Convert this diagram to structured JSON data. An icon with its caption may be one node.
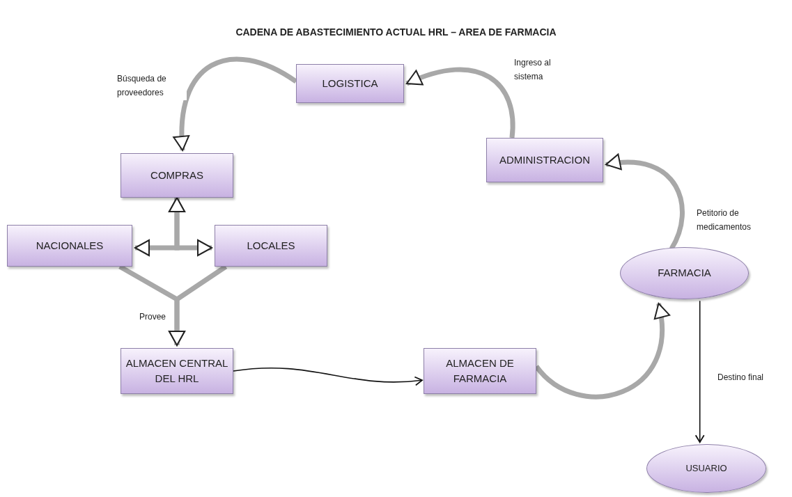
{
  "diagram": {
    "title": "CADENA DE ABASTECIMIENTO ACTUAL HRL – AREA DE FARMACIA",
    "nodes": [
      {
        "text": [
          "LOGISTICA"
        ]
      },
      {
        "text": [
          "ADMINISTRACION"
        ]
      },
      {
        "text": [
          "COMPRAS"
        ]
      },
      {
        "text": [
          "NACIONALES"
        ]
      },
      {
        "text": [
          "LOCALES"
        ]
      },
      {
        "text": [
          "FARMACIA"
        ]
      },
      {
        "text": [
          "ALMACEN CENTRAL DEL HRL"
        ]
      },
      {
        "text": [
          "ALMACEN DE FARMACIA"
        ]
      },
      {
        "text": [
          "USUARIO"
        ]
      }
    ],
    "edges": [
      {
        "from": 0,
        "to": 2,
        "arrow": "to",
        "label": "Búsqueda de proveedores"
      },
      {
        "from": 1,
        "to": 0,
        "arrow": "to",
        "label": "Ingreso al sistema"
      },
      {
        "from": 5,
        "to": 1,
        "arrow": "to",
        "label": "Petitorio de medicamentos"
      },
      {
        "from": 2,
        "to": 3,
        "arrow": "both"
      },
      {
        "from": 2,
        "to": 4,
        "arrow": "both"
      },
      {
        "from": 3,
        "to": 6,
        "arrow": "to",
        "label": "Provee"
      },
      {
        "from": 4,
        "to": 6,
        "arrow": "to"
      },
      {
        "from": 6,
        "to": 7,
        "arrow": "to",
        "color": "#111111"
      },
      {
        "from": 7,
        "to": 5,
        "arrow": "to"
      },
      {
        "from": 5,
        "to": 8,
        "arrow": "to",
        "label": "Destino final",
        "color": "#111111"
      }
    ]
  }
}
